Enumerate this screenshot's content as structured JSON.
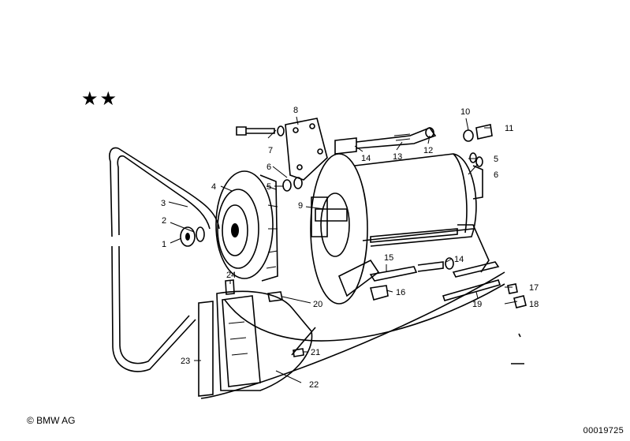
{
  "header": {
    "stars": "★★"
  },
  "footer": {
    "copyright": "© BMW AG",
    "diagram_id": "00019725"
  },
  "callouts": [
    {
      "id": "c1",
      "text": "1"
    },
    {
      "id": "c2",
      "text": "2"
    },
    {
      "id": "c3",
      "text": "3"
    },
    {
      "id": "c4",
      "text": "4"
    },
    {
      "id": "c5a",
      "text": "5"
    },
    {
      "id": "c5b",
      "text": "5"
    },
    {
      "id": "c6a",
      "text": "6"
    },
    {
      "id": "c6b",
      "text": "6"
    },
    {
      "id": "c7",
      "text": "7"
    },
    {
      "id": "c8",
      "text": "8"
    },
    {
      "id": "c9",
      "text": "9"
    },
    {
      "id": "c10",
      "text": "10"
    },
    {
      "id": "c11",
      "text": "11"
    },
    {
      "id": "c12",
      "text": "12"
    },
    {
      "id": "c13",
      "text": "13"
    },
    {
      "id": "c14a",
      "text": "14"
    },
    {
      "id": "c14b",
      "text": "14"
    },
    {
      "id": "c15",
      "text": "15"
    },
    {
      "id": "c16",
      "text": "16"
    },
    {
      "id": "c17",
      "text": "17"
    },
    {
      "id": "c18",
      "text": "18"
    },
    {
      "id": "c19",
      "text": "19"
    },
    {
      "id": "c20",
      "text": "20"
    },
    {
      "id": "c21",
      "text": "21"
    },
    {
      "id": "c22",
      "text": "22"
    },
    {
      "id": "c23",
      "text": "23"
    },
    {
      "id": "c24",
      "text": "24"
    }
  ]
}
